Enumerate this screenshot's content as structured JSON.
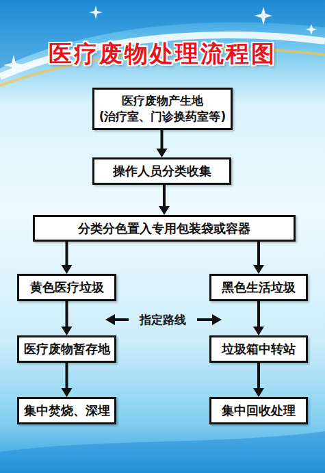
{
  "diagram": {
    "title": "医疗废物处理流程图",
    "nodes": [
      {
        "text": [
          "医疗废物产生地",
          "(治疗室、门诊换药室等)"
        ]
      },
      {
        "text": [
          "操作人员分类收集"
        ]
      },
      {
        "text": [
          "分类分色置入专用包装袋或容器"
        ]
      },
      {
        "text": [
          "黄色医疗垃圾"
        ]
      },
      {
        "text": [
          "黑色生活垃圾"
        ]
      },
      {
        "text": [
          "医疗废物暂存地"
        ]
      },
      {
        "text": [
          "垃圾箱中转站"
        ]
      },
      {
        "text": [
          "集中焚烧、深埋"
        ]
      },
      {
        "text": [
          "集中回收处理"
        ]
      }
    ],
    "edges": [
      {
        "from": 0,
        "to": 1,
        "arrow": "to"
      },
      {
        "from": 1,
        "to": 2,
        "arrow": "to"
      },
      {
        "from": 2,
        "to": 3,
        "arrow": "to"
      },
      {
        "from": 2,
        "to": 4,
        "arrow": "to"
      },
      {
        "from": 3,
        "to": 5,
        "arrow": "to"
      },
      {
        "from": 4,
        "to": 6,
        "arrow": "to"
      },
      {
        "from": 5,
        "to": 7,
        "arrow": "to"
      },
      {
        "from": 6,
        "to": 8,
        "arrow": "to"
      }
    ],
    "labels": [
      "指定路线"
    ]
  }
}
